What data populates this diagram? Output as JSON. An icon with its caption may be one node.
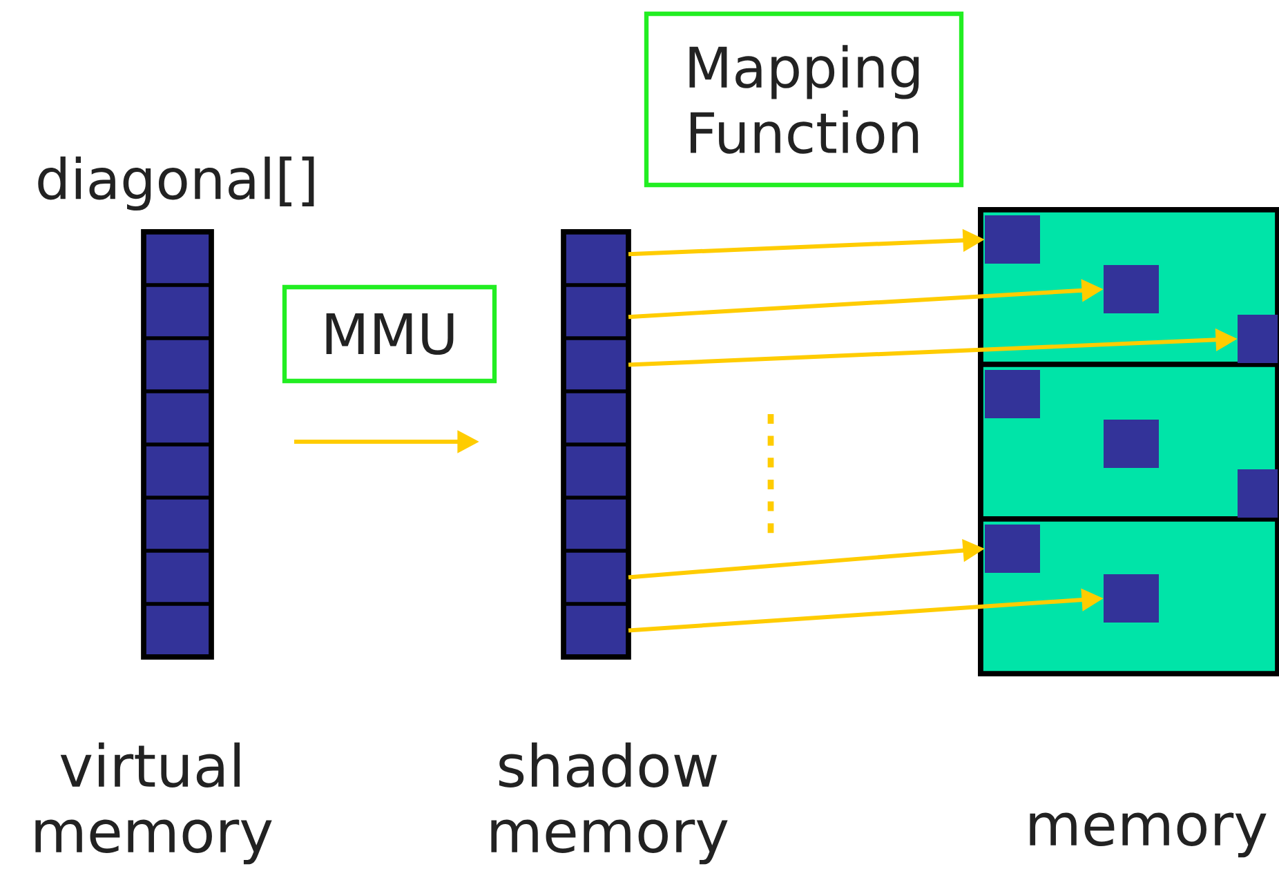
{
  "diagram": {
    "nodes": [
      {
        "text": [
          "diagonal[]"
        ],
        "beside": [
          "virtual memory"
        ]
      },
      {
        "text": [
          "Mapping Function"
        ]
      },
      {
        "text": [
          "MMU"
        ]
      },
      {
        "text": [],
        "shape": "bar",
        "beside": [
          "shadow memory"
        ]
      },
      {
        "text": [],
        "shape": "box",
        "beside": [
          "memory"
        ]
      },
      {
        "text": [],
        "shape": "box",
        "in": 4
      },
      {
        "text": [],
        "shape": "box",
        "in": 4
      },
      {
        "text": [],
        "shape": "box",
        "in": 4
      },
      {
        "text": [],
        "shape": "box",
        "in": 5
      },
      {
        "text": [],
        "shape": "box",
        "in": 5
      },
      {
        "text": [],
        "shape": "box",
        "in": 5
      },
      {
        "text": [],
        "shape": "box",
        "in": 6
      },
      {
        "text": [],
        "shape": "box",
        "in": 6
      },
      {
        "text": [],
        "shape": "box",
        "in": 6
      },
      {
        "text": [],
        "shape": "box",
        "in": 7
      },
      {
        "text": [],
        "shape": "box",
        "in": 7
      }
    ],
    "edges": [
      {
        "from": 3,
        "to": 8,
        "arrow": "to"
      },
      {
        "from": 3,
        "to": 9,
        "arrow": "to"
      },
      {
        "from": 3,
        "to": 10,
        "arrow": "to"
      },
      {
        "from": 3,
        "to": 14,
        "arrow": "to"
      },
      {
        "from": 3,
        "to": 15,
        "arrow": "to"
      }
    ]
  }
}
